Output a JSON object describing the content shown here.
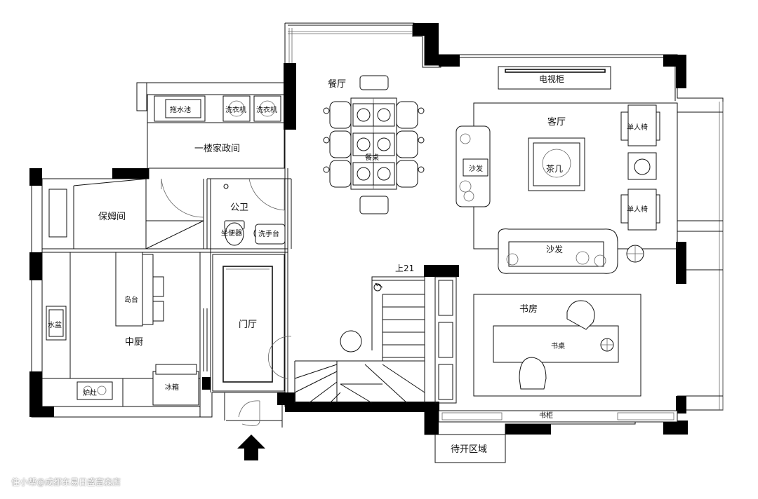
{
  "rooms": {
    "dining": "餐厅",
    "tv_cabinet": "电视柜",
    "living": "客厅",
    "single_chair_1": "单人椅",
    "single_chair_2": "单人椅",
    "sofa_side": "沙发",
    "coffee_table": "茶几",
    "sofa_main": "沙发",
    "housework": "一楼家政间",
    "mop_sink": "拖水池",
    "washer_1": "洗衣机",
    "washer_2": "洗衣机",
    "nanny": "保姆间",
    "bathroom": "公卫",
    "toilet": "坐便器",
    "wash_basin": "洗手台",
    "island": "岛台",
    "kitchen": "中厨",
    "sink": "水盆",
    "stove": "炉灶",
    "fridge": "冰箱",
    "foyer": "门厅",
    "stairs": "上21",
    "study": "书房",
    "desk": "书桌",
    "bookcase": "书柜",
    "open_area": "待开区域",
    "table": "餐桌"
  },
  "watermark": "住小帮@成都东易日盛富森店"
}
